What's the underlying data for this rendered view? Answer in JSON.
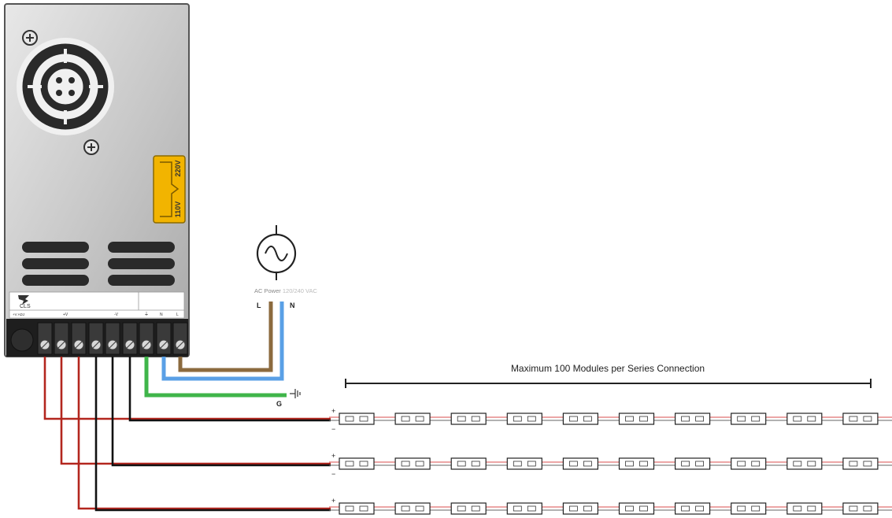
{
  "psu": {
    "brand": "CLS",
    "voltage_switch": {
      "upper": "220V",
      "lower": "110V"
    },
    "terminal_labels": {
      "adj": "+V ADJ",
      "vplus": "+V",
      "vminus": "-V",
      "ground": "⏚",
      "neutral": "N",
      "line": "L"
    }
  },
  "ac_source": {
    "caption_main": "AC Power",
    "caption_range": "120/240 VAC",
    "line": "L",
    "neutral": "N",
    "ground": "G"
  },
  "modules": {
    "span_label": "Maximum 100 Modules per Series Connection",
    "plus": "+",
    "minus": "−",
    "rows": 3,
    "per_row": 10
  },
  "colors": {
    "line_wire": "#8b6a3e",
    "neutral_wire": "#5aa0e6",
    "ground_wire": "#3fb54a",
    "positive_wire": "#b3261e",
    "negative_wire": "#111111",
    "voltage_switch": "#f2b400"
  }
}
